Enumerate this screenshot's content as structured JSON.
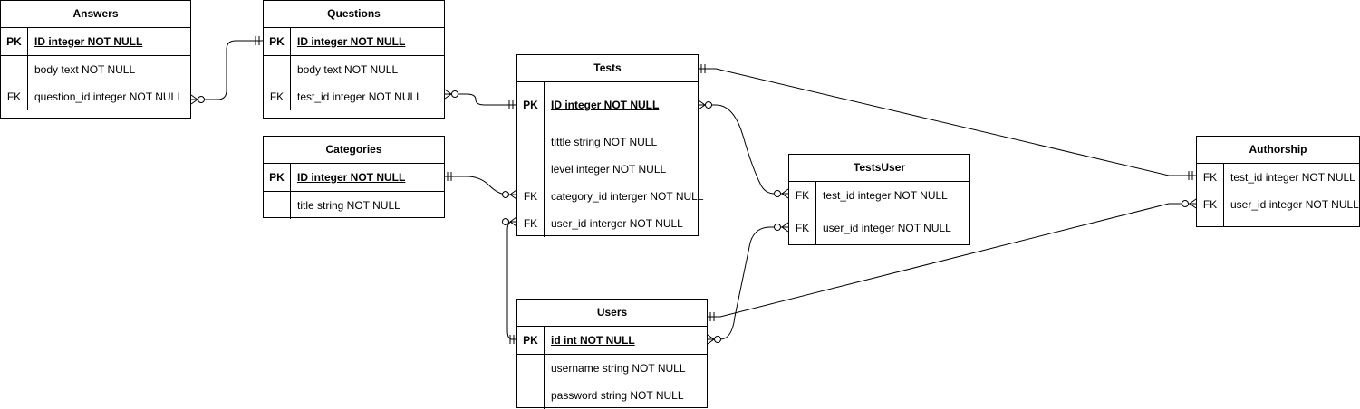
{
  "entities": {
    "answers": {
      "title": "Answers",
      "pk": [
        {
          "key": "PK",
          "field": "ID integer NOT NULL"
        }
      ],
      "rows": [
        {
          "key": "",
          "field": "body text NOT NULL"
        },
        {
          "key": "FK",
          "field": "question_id integer NOT NULL"
        }
      ]
    },
    "questions": {
      "title": "Questions",
      "pk": [
        {
          "key": "PK",
          "field": "ID integer NOT NULL"
        }
      ],
      "rows": [
        {
          "key": "",
          "field": "body text NOT NULL"
        },
        {
          "key": "FK",
          "field": "test_id integer NOT NULL"
        }
      ]
    },
    "categories": {
      "title": "Categories",
      "pk": [
        {
          "key": "PK",
          "field": "ID integer NOT NULL"
        }
      ],
      "rows": [
        {
          "key": "",
          "field": "title string NOT NULL"
        }
      ]
    },
    "tests": {
      "title": "Tests",
      "pk": [
        {
          "key": "PK",
          "field": "ID integer NOT NULL"
        }
      ],
      "rows": [
        {
          "key": "",
          "field": "tittle string NOT NULL"
        },
        {
          "key": "",
          "field": "level integer NOT NULL"
        },
        {
          "key": "FK",
          "field": "category_id interger NOT NULL"
        },
        {
          "key": "FK",
          "field": "user_id interger NOT NULL"
        }
      ]
    },
    "testsuser": {
      "title": "TestsUser",
      "pk": [],
      "rows": [
        {
          "key": "FK",
          "field": "test_id integer NOT NULL"
        },
        {
          "key": "FK",
          "field": "user_id integer NOT NULL"
        }
      ]
    },
    "users": {
      "title": "Users",
      "pk": [
        {
          "key": "PK",
          "field": "id int NOT NULL"
        }
      ],
      "rows": [
        {
          "key": "",
          "field": "username string NOT NULL"
        },
        {
          "key": "",
          "field": "password string NOT NULL"
        }
      ]
    },
    "authorship": {
      "title": "Authorship",
      "pk": [],
      "rows": [
        {
          "key": "FK",
          "field": "test_id integer NOT NULL"
        },
        {
          "key": "FK",
          "field": "user_id integer NOT NULL"
        }
      ]
    }
  },
  "relationships": [
    {
      "name": "answers-questions",
      "from": "answers.question_id",
      "to": "questions.ID",
      "from_end": "zero-or-many",
      "to_end": "one-and-only-one"
    },
    {
      "name": "questions-tests",
      "from": "questions.test_id",
      "to": "tests.ID",
      "from_end": "zero-or-many",
      "to_end": "one-and-only-one"
    },
    {
      "name": "categories-tests",
      "from": "categories.ID",
      "to": "tests.category_id",
      "from_end": "one-and-only-one",
      "to_end": "zero-or-many"
    },
    {
      "name": "tests-users",
      "from": "tests.user_id",
      "to": "users.id",
      "from_end": "zero-or-many",
      "to_end": "one-and-only-one"
    },
    {
      "name": "tests-testsuser",
      "from": "tests.ID",
      "to": "testsuser.test_id",
      "from_end": "zero-or-many",
      "to_end": "zero-or-many"
    },
    {
      "name": "users-testsuser",
      "from": "users.id",
      "to": "testsuser.user_id",
      "from_end": "zero-or-many",
      "to_end": "zero-or-many"
    },
    {
      "name": "tests-authorship",
      "from": "tests",
      "to": "authorship.test_id",
      "from_end": "one-and-only-one",
      "to_end": "one-and-only-one"
    },
    {
      "name": "users-authorship",
      "from": "users",
      "to": "authorship.user_id",
      "from_end": "one-and-only-one",
      "to_end": "zero-or-many"
    }
  ]
}
